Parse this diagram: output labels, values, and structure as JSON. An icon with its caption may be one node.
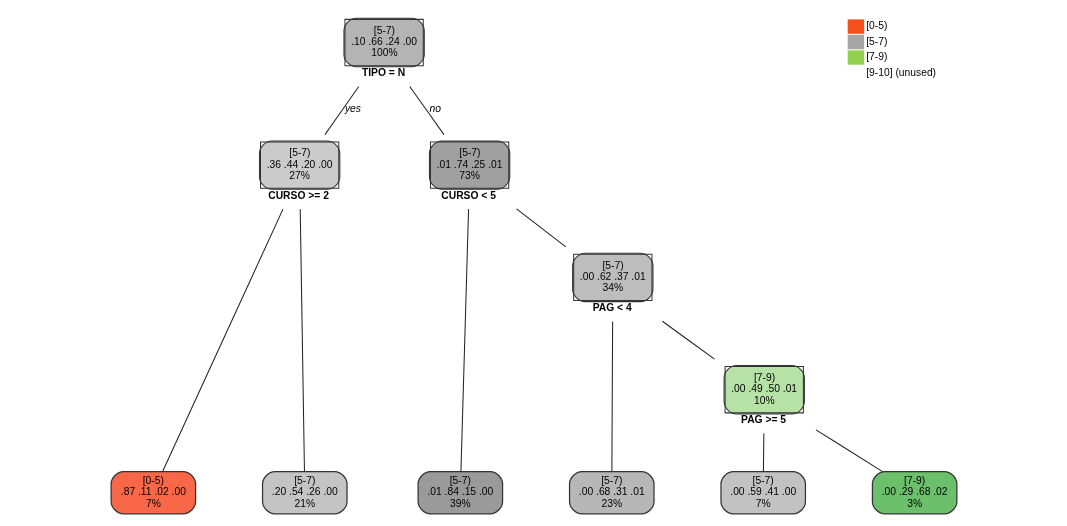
{
  "diagram": {
    "nodes": [
      {
        "text": [
          "[5-7)",
          ".10 .66 .24 .00",
          "100%"
        ],
        "beside": [
          "TIPO = N"
        ]
      },
      {
        "text": [
          "[5-7)",
          ".36 .44 .20 .00",
          "27%"
        ],
        "beside": [
          "CURSO >= 2"
        ]
      },
      {
        "text": [
          "[5-7)",
          ".01 .74 .25 .01",
          "73%"
        ],
        "beside": [
          "CURSO < 5"
        ]
      },
      {
        "text": [
          "[0-5)",
          ".87 .11 .02 .00",
          "7%"
        ]
      },
      {
        "text": [
          "[5-7)",
          ".20 .54 .26 .00",
          "21%"
        ]
      },
      {
        "text": [
          "[5-7)",
          ".01 .84 .15 .00",
          "39%"
        ]
      },
      {
        "text": [
          "[5-7)",
          ".00 .62 .37 .01",
          "34%"
        ],
        "beside": [
          "PAG < 4"
        ]
      },
      {
        "text": [
          "[5-7)",
          ".00 .68 .31 .01",
          "23%"
        ]
      },
      {
        "text": [
          "[7-9)",
          ".00 .49 .50 .01",
          "10%"
        ],
        "beside": [
          "PAG >= 5"
        ]
      },
      {
        "text": [
          "[5-7)",
          ".00 .59 .41 .00",
          "7%"
        ]
      },
      {
        "text": [
          "[7-9)",
          ".00 .29 .68 .02",
          "3%"
        ]
      }
    ],
    "edges": [
      {
        "from": 0,
        "to": 1,
        "arrow": "none",
        "label": "yes"
      },
      {
        "from": 0,
        "to": 2,
        "arrow": "none",
        "label": "no"
      },
      {
        "from": 1,
        "to": 3,
        "arrow": "none"
      },
      {
        "from": 1,
        "to": 4,
        "arrow": "none"
      },
      {
        "from": 2,
        "to": 5,
        "arrow": "none"
      },
      {
        "from": 2,
        "to": 6,
        "arrow": "none"
      },
      {
        "from": 6,
        "to": 7,
        "arrow": "none"
      },
      {
        "from": 6,
        "to": 8,
        "arrow": "none"
      },
      {
        "from": 8,
        "to": 9,
        "arrow": "none"
      },
      {
        "from": 8,
        "to": 10,
        "arrow": "none"
      }
    ],
    "legend": [
      {
        "text": "[0-5)",
        "color": "#f4511e"
      },
      {
        "text": "[5-7)",
        "color": "#a6a6a6"
      },
      {
        "text": "[7-9)",
        "color": "#92d050"
      },
      {
        "text": "[9-10] (unused)"
      }
    ]
  }
}
